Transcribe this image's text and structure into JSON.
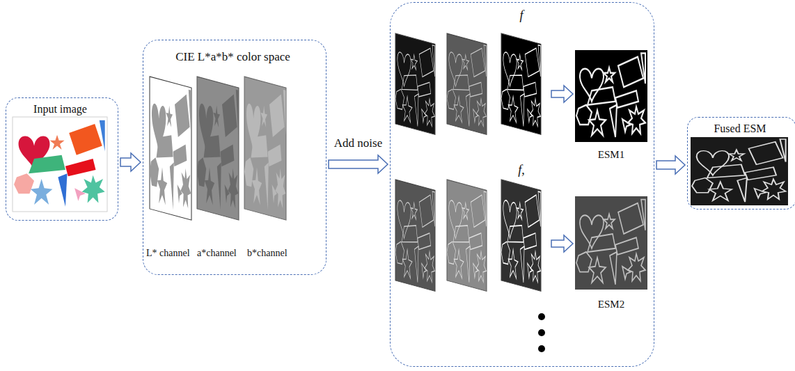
{
  "diagram": {
    "nodes": [
      {
        "text": [
          "Input image"
        ]
      },
      {
        "text": [
          "CIE L*a*b* color space"
        ]
      },
      {
        "text": [
          "f",
          "ESM1",
          "f,",
          "ESM2"
        ]
      },
      {
        "text": [
          "Fused ESM"
        ]
      }
    ],
    "edges": [
      {
        "from": 0,
        "to": 1,
        "arrow": "to"
      },
      {
        "from": 1,
        "to": 2,
        "arrow": "to",
        "label": "Add noise"
      },
      {
        "from": 2,
        "to": 3,
        "arrow": "to"
      }
    ],
    "labels": [
      "L* channel",
      "a*channel",
      "b*channel"
    ]
  }
}
